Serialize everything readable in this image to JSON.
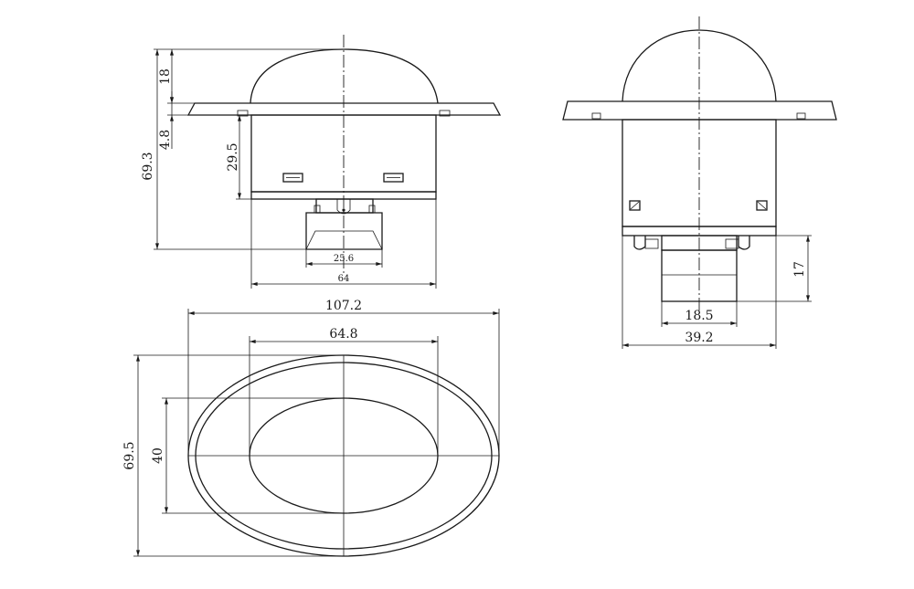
{
  "dimensions": {
    "side_total_height": "69.3",
    "dome_height": "18",
    "flange_thickness": "4.8",
    "body_height": "29.5",
    "connector_width": "25.6",
    "body_width": "64",
    "outer_length": "107.2",
    "inner_length": "64.8",
    "outer_height": "69.5",
    "inner_height": "40",
    "connector_height": "17",
    "connector_width_front": "18.5",
    "body_width_front": "39.2"
  }
}
